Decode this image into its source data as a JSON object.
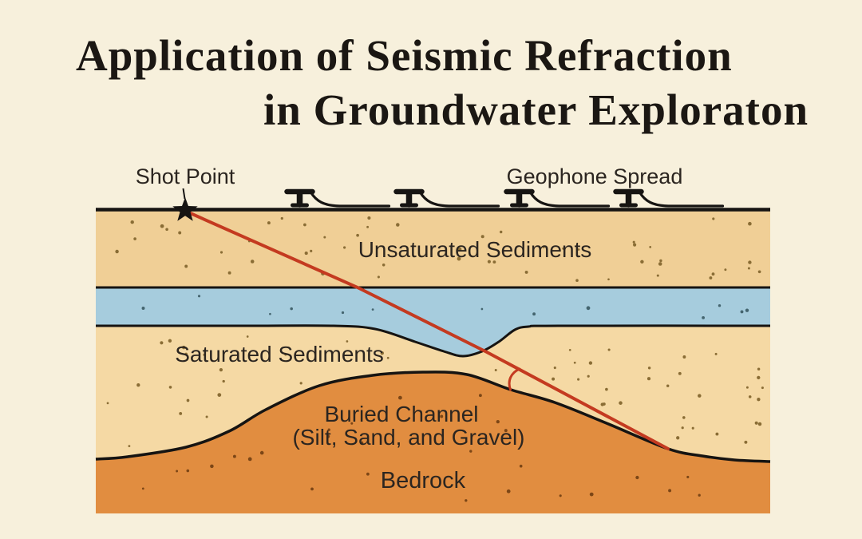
{
  "title": {
    "line1": "Application of Seismic Refraction",
    "line2": "in Groundwater Exploraton"
  },
  "diagram": {
    "labels": {
      "shot_point": "Shot Point",
      "geophone_spread": "Geophone Spread",
      "unsaturated": "Unsaturated Sediments",
      "saturated": "Saturated Sediments",
      "buried_channel_line1": "Buried Channel",
      "buried_channel_line2": "(Silt, Sand, and Gravel)",
      "bedrock": "Bedrock"
    },
    "geophone_count": 4,
    "colors": {
      "background": "#f7f0dc",
      "title_text": "#1b1713",
      "label_text": "#2b2520",
      "unsaturated_fill": "#f0cf96",
      "saturated_fill": "#f5d9a4",
      "water_fill": "#a6ccdd",
      "channel_fill": "#e18d40",
      "line": "#161412",
      "ray": "#c43a20",
      "dot_tan": "#8a6d35",
      "dot_blue": "#44656f",
      "dot_orange": "#7c4616"
    }
  }
}
